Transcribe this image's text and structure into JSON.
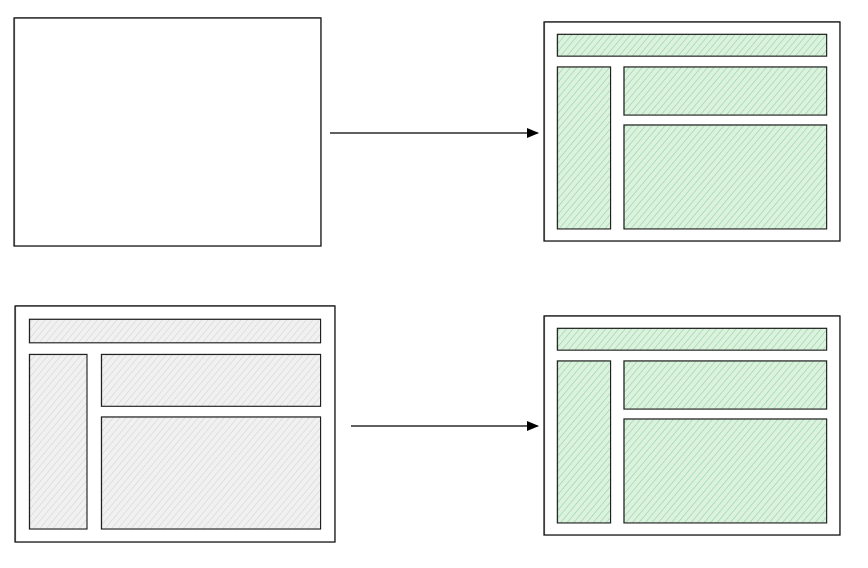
{
  "colors": {
    "background": "#ffffff",
    "stroke": "#1a1a1a",
    "empty_fill": "#ffffff",
    "gray_fill": "#f1f1f1",
    "gray_hatch": "#cfcfcf",
    "green_fill": "#dcf2df",
    "green_hatch": "#8fd49c",
    "arrow": "#000000"
  },
  "rows": [
    {
      "source": {
        "state": "empty"
      },
      "target": {
        "state": "filled-green"
      }
    },
    {
      "source": {
        "state": "filled-gray"
      },
      "target": {
        "state": "filled-green"
      }
    }
  ],
  "layout_regions": [
    "header",
    "sidebar",
    "top-panel",
    "main-panel"
  ]
}
